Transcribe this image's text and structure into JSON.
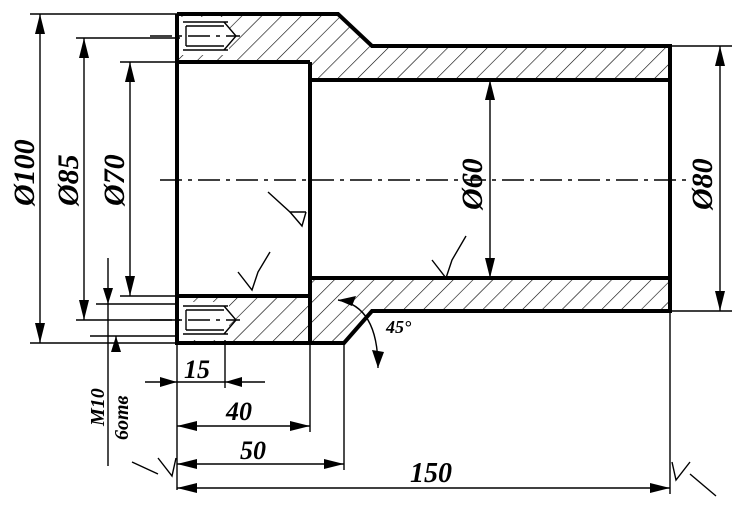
{
  "drawing": {
    "dimensions": {
      "d100": "Ø100",
      "d85": "Ø85",
      "d70": "Ø70",
      "d60": "Ø60",
      "d80": "Ø80",
      "len15": "15",
      "len40": "40",
      "len50": "50",
      "len150": "150",
      "chamfer": "45°"
    },
    "thread": {
      "size": "M10",
      "count": "6отв"
    }
  }
}
